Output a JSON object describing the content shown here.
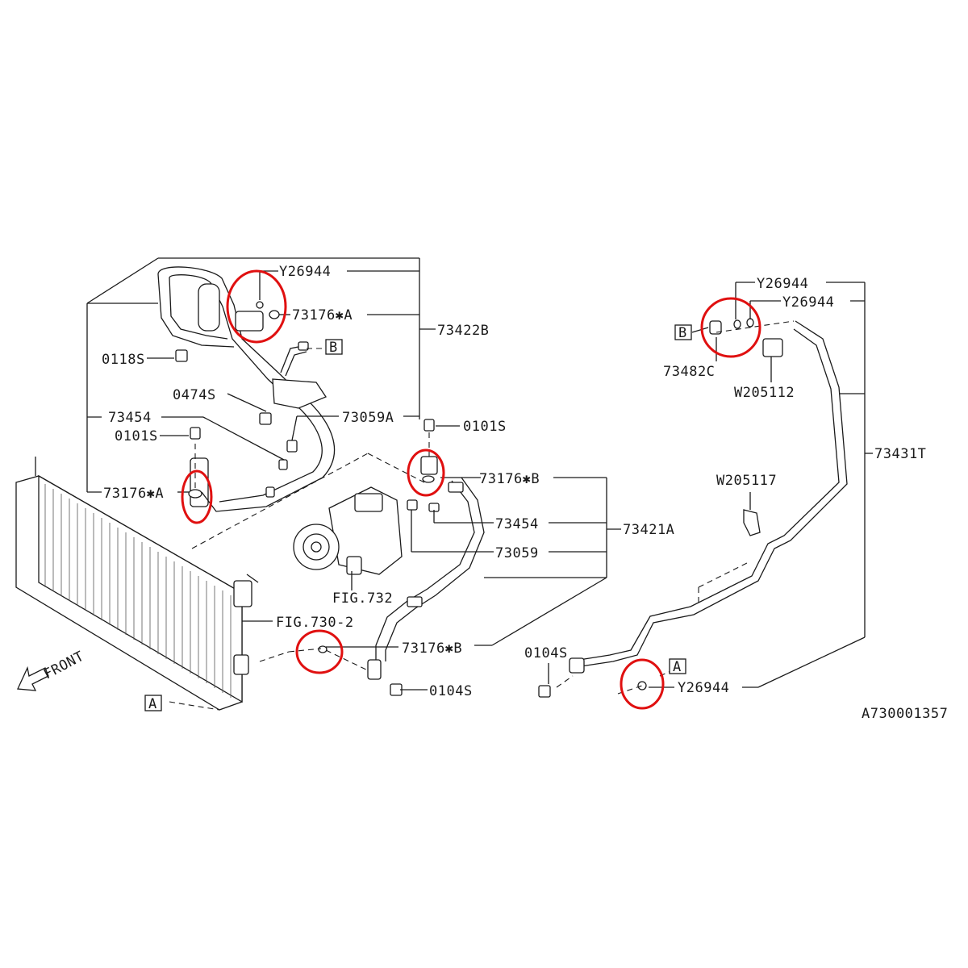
{
  "diagram": {
    "labels": {
      "y26944_top": "Y26944",
      "c73176a_top": "73176✱A",
      "c73422b": "73422B",
      "c0118s": "0118S",
      "c0474s": "0474S",
      "c73454_left": "73454",
      "c73059a": "73059A",
      "c0101s_left": "0101S",
      "c0101s_mid": "0101S",
      "c73176a_left": "73176✱A",
      "c73176b_mid": "73176✱B",
      "c73454_mid": "73454",
      "c73421a": "73421A",
      "c73059": "73059",
      "fig732": "FIG.732",
      "fig730_2": "FIG.730-2",
      "c73176b_low": "73176✱B",
      "c0104s_mid": "0104S",
      "front": "FRONT",
      "box_a_left": "A",
      "box_b_mid": "B",
      "y26944_r1": "Y26944",
      "y26944_r2": "Y26944",
      "box_b_right": "B",
      "c73482c": "73482C",
      "w205112": "W205112",
      "c73431t": "73431T",
      "w205117": "W205117",
      "c0104s_right": "0104S",
      "box_a_right": "A",
      "y26944_bottom": "Y26944",
      "diagram_id": "A730001357"
    },
    "highlight_color": "#e01010"
  }
}
